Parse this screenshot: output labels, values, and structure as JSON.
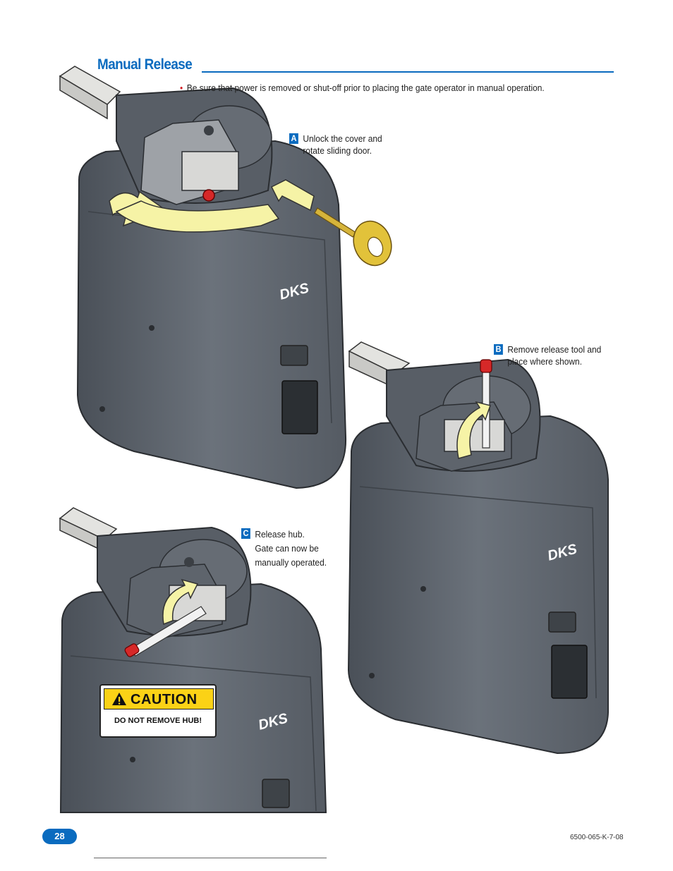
{
  "section_title": "Manual Release",
  "intro_bullet": "Be sure that power is removed or shut-off prior to placing the gate operator in manual operation.",
  "steps": [
    {
      "badge": "A",
      "lines": [
        "Unlock the cover and",
        "rotate sliding door."
      ]
    },
    {
      "badge": "B",
      "lines": [
        "Remove release tool and",
        "place where shown."
      ]
    },
    {
      "badge": "C",
      "lines": [
        "Release hub.",
        "Gate can now be",
        "manually operated."
      ]
    }
  ],
  "caution_label": {
    "heading": "CAUTION",
    "message": "DO NOT REMOVE HUB!"
  },
  "brand_logo": "DKS",
  "footer": {
    "page_number": "28",
    "doc_code": "6500-065-K-7-08"
  },
  "colors": {
    "accent": "#0a6bbf",
    "bullet": "#d21f26",
    "housing": "#5d646d",
    "arrow_fill": "#f6f3a6",
    "key": "#e2c23a",
    "caution": "#fbd216"
  }
}
